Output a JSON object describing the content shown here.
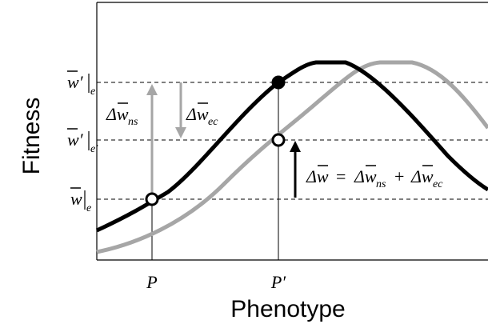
{
  "axes": {
    "x_label": "Phenotype",
    "y_label": "Fitness"
  },
  "y_levels": [
    {
      "id": "w_prime_e",
      "base": "w",
      "prime": "′",
      "sub": "e"
    },
    {
      "id": "w_prime_eprime",
      "base": "w",
      "prime": "′",
      "sub": "e′"
    },
    {
      "id": "w_e",
      "base": "w",
      "prime": "",
      "sub": "e"
    }
  ],
  "x_markers": [
    {
      "id": "P",
      "label": "P"
    },
    {
      "id": "P_prime",
      "label": "P′"
    }
  ],
  "annotations": {
    "delta_ns": {
      "delta": "Δ",
      "base": "w",
      "sub": "ns"
    },
    "delta_ec": {
      "delta": "Δ",
      "base": "w",
      "sub": "ec"
    },
    "delta_total": {
      "lhs_delta": "Δ",
      "lhs_base": "w",
      "equals": "=",
      "plus": "+",
      "t1_sub": "ns",
      "t2_sub": "ec"
    }
  },
  "colors": {
    "curve_e": "#000000",
    "curve_eprime": "#a6a6a6",
    "gray_arrow": "#a6a6a6",
    "black_arrow": "#000000",
    "open_point_fill": "#ffffff",
    "closed_point_fill": "#000000"
  }
}
